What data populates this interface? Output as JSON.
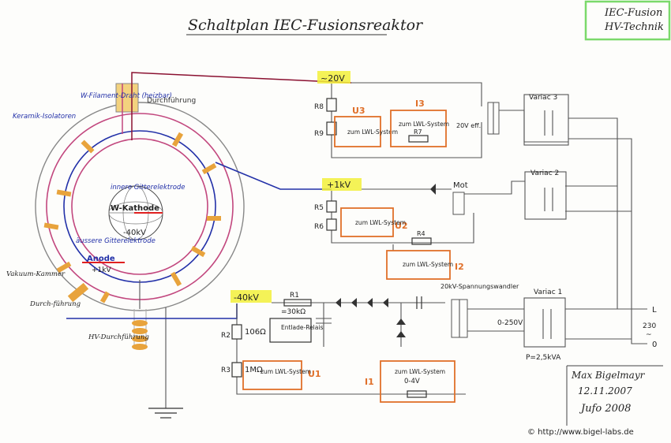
{
  "title": "Schaltplan IEC-Fusionsreaktor",
  "corner_tag": {
    "line1": "IEC-Fusion",
    "line2": "HV-Technik",
    "color": "#7bd96b"
  },
  "reactor_labels": {
    "filament": "W-Filament-Draht (heizbar)",
    "ceramic": "Keramik-Isolatoren",
    "feedthrough_top": "Durchführung",
    "inner_grid": "innere Gitterelektrode",
    "cathode": "W-Kathode",
    "minus40": "-40kV",
    "outer_grid": "äussere Gitterelektrode",
    "anode": "Anode",
    "plus1": "+1kV",
    "vacuum": "Vakuum-Kammer",
    "feedthrough_left": "Durch-führung",
    "hv_feed": "HV-Durchführung"
  },
  "voltages": {
    "v20": "~20V",
    "v1k": "+1kV",
    "v40k": "-40kV",
    "highlight": "#f2f03a"
  },
  "components": {
    "R8": "R8",
    "R9": "R9",
    "R5": "R5",
    "R6": "R6",
    "R2": "R2",
    "R3": "R3",
    "R7": "R7",
    "R4": "R4",
    "R1": "R1",
    "Rval1": "=30kΩ",
    "r106": "106Ω",
    "r1m": "1MΩ",
    "U3": "U3",
    "U2": "U2",
    "U1": "U1",
    "I3": "I3",
    "I2": "I2",
    "I1": "I1",
    "lwl": "zum LWL-System",
    "v20eff": "20V eff.",
    "mot": "Mot",
    "hvtrafo": "20kV-Spannungswandler",
    "relais": "Entlade-Relais",
    "range": "0-250V",
    "minus4": "0-4V",
    "power": "P=2,5kVA",
    "mains_L": "L",
    "mains_230": "230",
    "mains_tilde": "~",
    "mains_0": "0",
    "variac3": "Variac 3",
    "variac2": "Variac 2",
    "variac1": "Variac 1"
  },
  "signature": {
    "name": "Max Bigelmayr",
    "date": "12.11.2007",
    "event": "Jufo 2008"
  },
  "copyright": "© http://www.bigel-labs.de",
  "accent": {
    "orange": "#e0702a",
    "blue": "#2230a8",
    "red": "#e02020",
    "pink": "#c2477e",
    "gold": "#e8a33c"
  }
}
